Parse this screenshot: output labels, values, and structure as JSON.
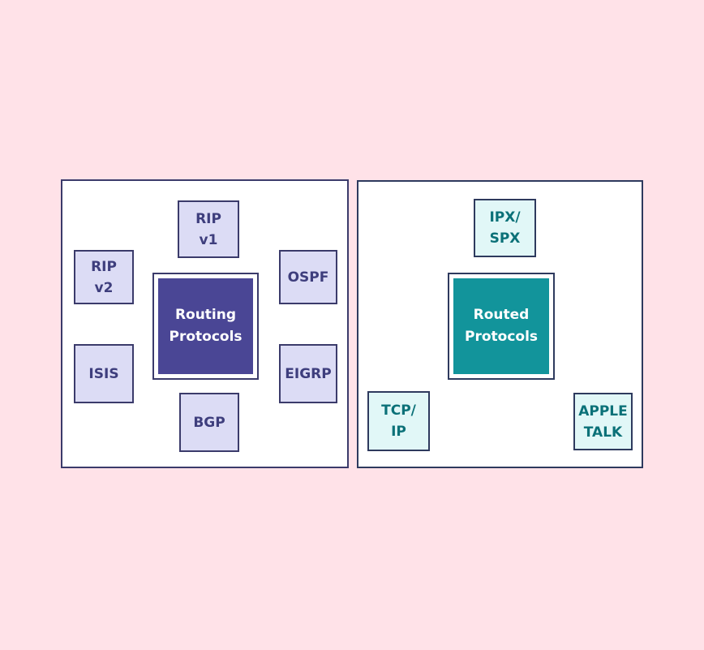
{
  "colors": {
    "background": "#ffe2e8",
    "panel_bg": "#ffffff",
    "left_border": "#3b3b6b",
    "left_node_fill": "#dcdcf5",
    "left_node_text": "#3e3e7d",
    "left_center_fill": "#4a4695",
    "right_border": "#2e3a5e",
    "right_node_fill": "#e1f7f7",
    "right_node_text": "#0b7178",
    "right_center_fill": "#12949b",
    "center_text": "#ffffff"
  },
  "left_panel": {
    "center": {
      "lines": [
        "Routing",
        "Protocols"
      ]
    },
    "satellites": [
      {
        "id": "rip-v1",
        "lines": [
          "RIP",
          "v1"
        ]
      },
      {
        "id": "rip-v2",
        "lines": [
          "RIP",
          "v2"
        ]
      },
      {
        "id": "ospf",
        "lines": [
          "OSPF"
        ]
      },
      {
        "id": "isis",
        "lines": [
          "ISIS"
        ]
      },
      {
        "id": "eigrp",
        "lines": [
          "EIGRP"
        ]
      },
      {
        "id": "bgp",
        "lines": [
          "BGP"
        ]
      }
    ]
  },
  "right_panel": {
    "center": {
      "lines": [
        "Routed",
        "Protocols"
      ]
    },
    "satellites": [
      {
        "id": "ipx-spx",
        "lines": [
          "IPX/",
          "SPX"
        ]
      },
      {
        "id": "tcp-ip",
        "lines": [
          "TCP/",
          "IP"
        ]
      },
      {
        "id": "apple-talk",
        "lines": [
          "APPLE",
          "TALK"
        ]
      }
    ]
  }
}
